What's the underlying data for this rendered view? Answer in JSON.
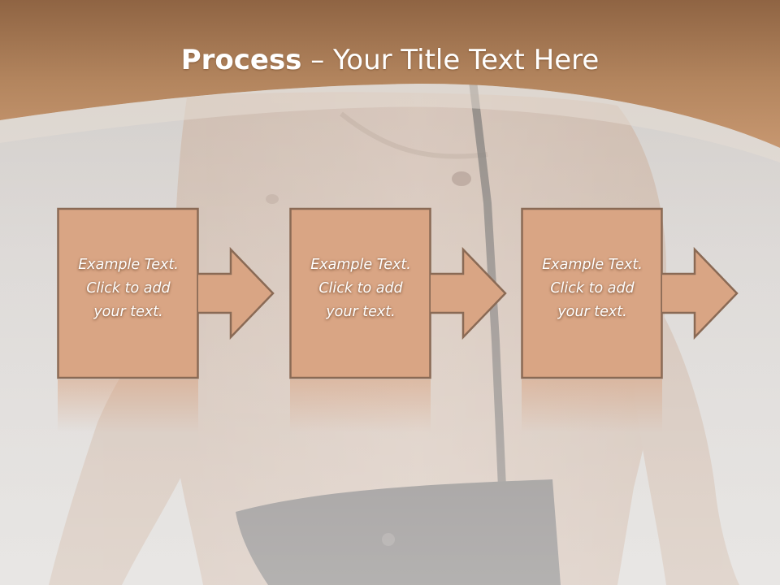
{
  "slide": {
    "title_bold": "Process",
    "title_rest": " – Your Title Text Here",
    "colors": {
      "banner": "#b98a63",
      "box_fill": "#d9a584",
      "box_border": "#8a6a55",
      "background": "#d6d2cf"
    }
  },
  "steps": [
    {
      "line1": "Example Text.",
      "line2": "Click  to add",
      "line3": "your text."
    },
    {
      "line1": "Example Text.",
      "line2": "Click  to add",
      "line3": "your text."
    },
    {
      "line1": "Example Text.",
      "line2": "Click  to add",
      "line3": "your text."
    }
  ]
}
